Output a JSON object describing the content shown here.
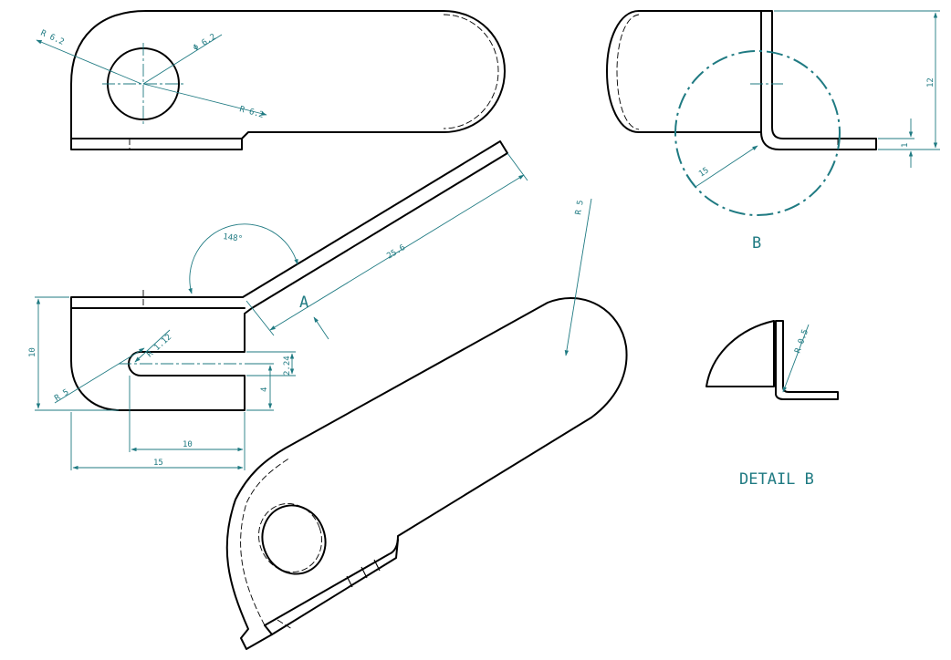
{
  "colors": {
    "dimension": "#1f7a82",
    "geometry": "#000000",
    "background": "#ffffff"
  },
  "top_view": {
    "radius_outer": "R 6.2",
    "hole_diameter": "Φ 6.2",
    "radius_inner": "R 6.2"
  },
  "side_view": {
    "bend_angle": "148°",
    "flange_length": "25.6",
    "section_label": "A",
    "height": "10",
    "corner_radius": "R 5",
    "slot_radius": "R 1.12",
    "slot_width": "2.24",
    "slot_offset": "4",
    "slot_length": "10",
    "overall_length": "15"
  },
  "iso_view": {
    "end_radius": "R 5"
  },
  "detail_view": {
    "height": "12",
    "thickness": "1",
    "radius": "15",
    "circle_label": "B",
    "bend_radius": "R 0.5",
    "title": "DETAIL B"
  }
}
